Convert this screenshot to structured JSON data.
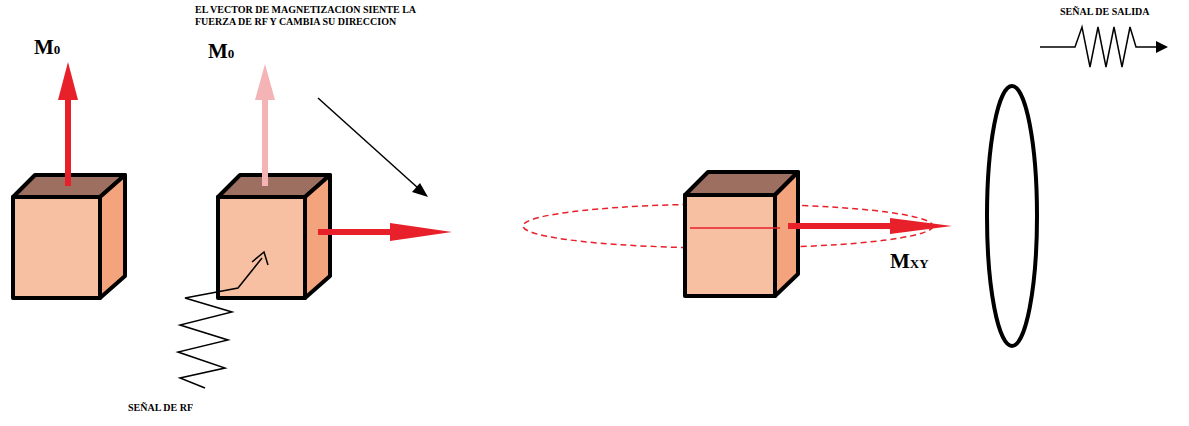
{
  "diagram": {
    "labels": [
      "EL VECTOR DE MAGNETIZACION SIENTE LA FUERZA DE RF Y CAMBIA SU DIRECCION",
      "M0",
      "M0",
      "SEÑAL DE RF",
      "MXY",
      "SEÑAL DE SALIDA"
    ]
  }
}
